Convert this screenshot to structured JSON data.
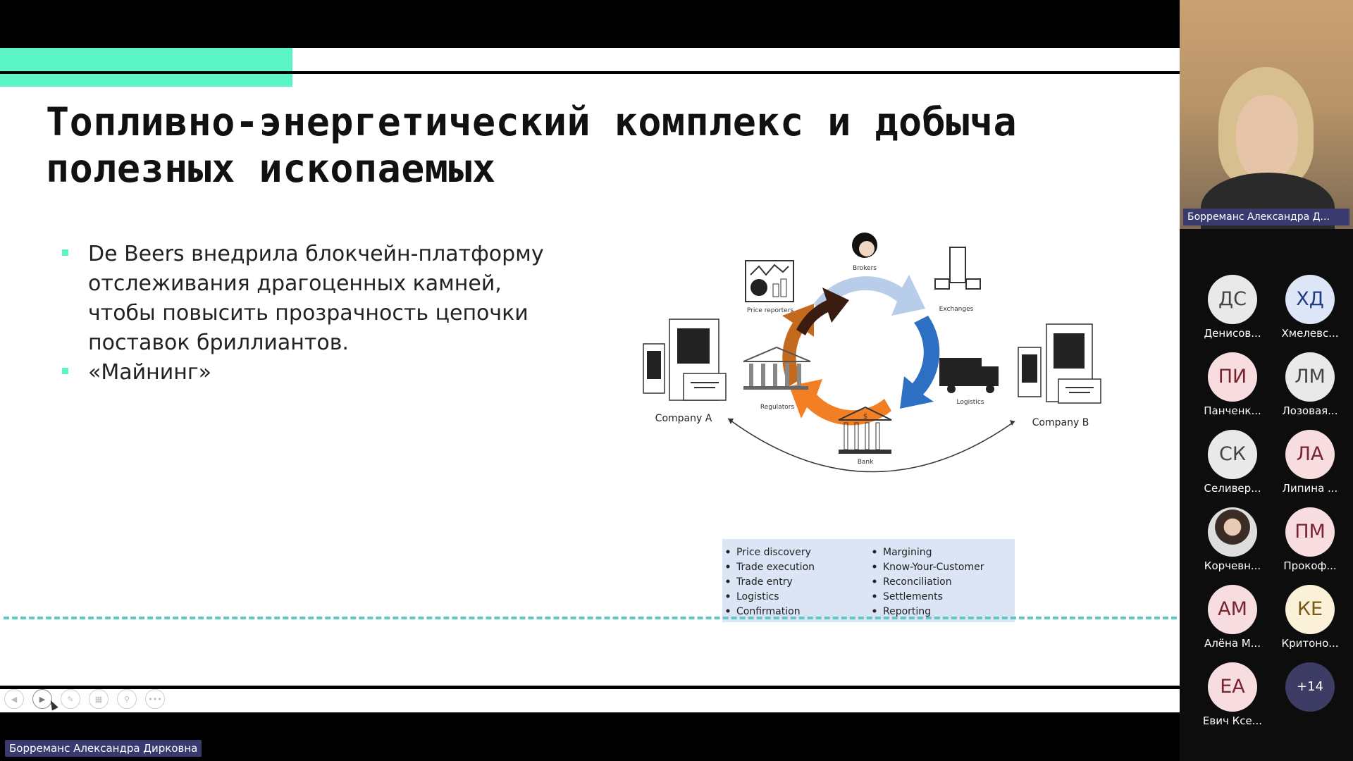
{
  "slide": {
    "title": "Топливно-энергетический комплекс и добыча полезных ископаемых",
    "bullets": [
      "De Beers внедрила блокчейн-платформу отслеживания драгоценных камней, чтобы повысить прозрачность цепочки поставок бриллиантов.",
      "«Майнинг»"
    ],
    "diagram": {
      "nodes": {
        "brokers": "Brokers",
        "exchanges": "Exchanges",
        "price_reporters": "Price reporters",
        "regulators": "Regulators",
        "logistics": "Logistics",
        "bank": "Bank",
        "company_a": "Company A",
        "company_b": "Company B"
      },
      "functions_left": [
        "Price discovery",
        "Trade execution",
        "Trade entry",
        "Logistics",
        "Confirmation"
      ],
      "functions_right": [
        "Margining",
        "Know-Your-Customer",
        "Reconciliation",
        "Settlements",
        "Reporting"
      ]
    },
    "colors": {
      "accent": "#5cf5c5",
      "dash": "#5fc9c4",
      "box_bg": "#dbe5f6"
    }
  },
  "toolbar": {
    "icons": [
      "prev-icon",
      "play-icon",
      "pen-icon",
      "slides-icon",
      "zoom-icon",
      "more-icon"
    ],
    "more_label": "•••"
  },
  "presenter": {
    "name": "Борреманс Александра Дирковна",
    "video_label": "Борреманс Александра Д..."
  },
  "participants": [
    {
      "initials": "ДС",
      "name": "Денисов...",
      "bg": "#e9e9e9",
      "fg": "#444"
    },
    {
      "initials": "ХД",
      "name": "Хмелевс...",
      "bg": "#dde6f7",
      "fg": "#1f3b82"
    },
    {
      "initials": "ПИ",
      "name": "Панченк...",
      "bg": "#f7dde0",
      "fg": "#7a2330"
    },
    {
      "initials": "ЛМ",
      "name": "Лозовая...",
      "bg": "#e9e9e9",
      "fg": "#444"
    },
    {
      "initials": "СК",
      "name": "Селивер...",
      "bg": "#e9e9e9",
      "fg": "#444"
    },
    {
      "initials": "ЛА",
      "name": "Липина ...",
      "bg": "#f7dde0",
      "fg": "#7a2330"
    },
    {
      "initials": "",
      "name": "Корчевн...",
      "bg": "photo",
      "fg": "#444"
    },
    {
      "initials": "ПМ",
      "name": "Прокоф...",
      "bg": "#f7dde0",
      "fg": "#7a2330"
    },
    {
      "initials": "АМ",
      "name": "Алёна М...",
      "bg": "#f7dde0",
      "fg": "#7a2330"
    },
    {
      "initials": "КЕ",
      "name": "Критоно...",
      "bg": "#fbf1d8",
      "fg": "#7a5a12"
    },
    {
      "initials": "ЕА",
      "name": "Евич Ксе...",
      "bg": "#f7dde0",
      "fg": "#7a2330"
    },
    {
      "initials": "+14",
      "name": "",
      "bg": "more",
      "fg": "#fff"
    }
  ]
}
